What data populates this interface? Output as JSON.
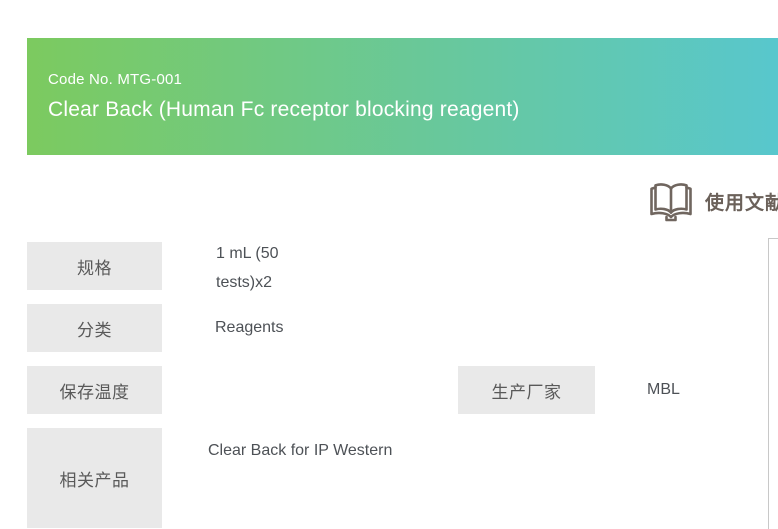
{
  "banner": {
    "code": "Code No. MTG-001",
    "title": "Clear Back (Human Fc receptor blocking reagent)"
  },
  "doc_link": {
    "label": "使用文献",
    "icon": "open-book-icon"
  },
  "details": {
    "rows": [
      {
        "label": "规格",
        "value": "1 mL (50 tests)x2"
      },
      {
        "label": "分类",
        "value": "Reagents"
      },
      {
        "label": "保存温度",
        "value": ""
      },
      {
        "label": "相关产品",
        "value": "Clear Back for IP Western"
      }
    ],
    "manufacturer_row": {
      "label": "生产厂家",
      "value": "MBL"
    }
  },
  "colors": {
    "banner_gradient_start": "#7cca5f",
    "banner_gradient_end": "#58c7cd",
    "banner_text": "#ffffff",
    "label_box_bg": "#e9e9e9",
    "label_text": "#595959",
    "value_text": "#4d5156",
    "doc_link_text": "#6b615a",
    "panel_border": "#c8c8c8"
  }
}
